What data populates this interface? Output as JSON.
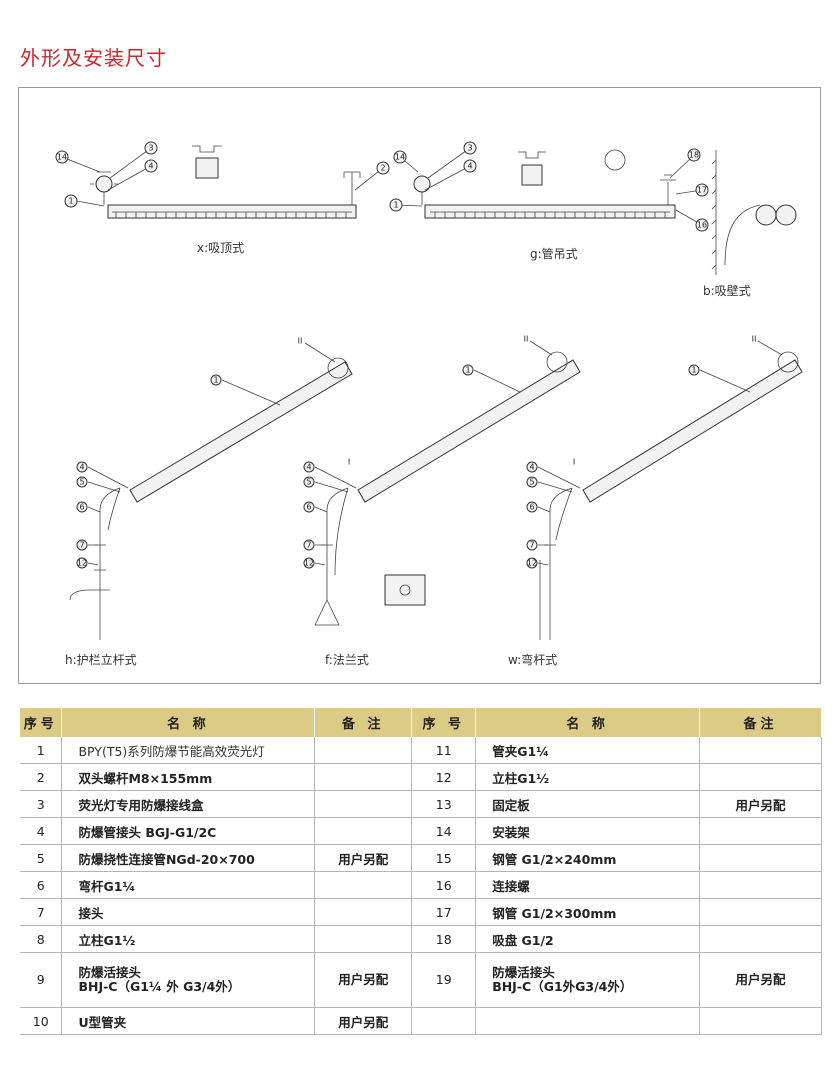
{
  "title": "外形及安装尺寸",
  "drawings": {
    "x": {
      "caption": "x:吸顶式",
      "callouts": [
        "14",
        "3",
        "4",
        "1",
        "2"
      ]
    },
    "g": {
      "caption": "g:管吊式",
      "callouts": [
        "14",
        "3",
        "4",
        "1",
        "18",
        "17",
        "16"
      ]
    },
    "b": {
      "caption": "b:吸壁式"
    },
    "h": {
      "caption": "h:护栏立杆式",
      "callouts": [
        "II",
        "1",
        "4",
        "5",
        "6",
        "7",
        "12"
      ]
    },
    "f": {
      "caption": "f:法兰式",
      "callouts": [
        "II",
        "1",
        "I",
        "4",
        "5",
        "6",
        "7",
        "12"
      ]
    },
    "w": {
      "caption": "w:弯杆式",
      "callouts": [
        "II",
        "1",
        "I",
        "4",
        "5",
        "6",
        "7",
        "12"
      ]
    }
  },
  "table": {
    "headers": [
      "序号",
      "名 称",
      "备 注",
      "序 号",
      "名 称",
      "备注"
    ],
    "left": [
      {
        "no": "1",
        "name": "BPY(T5)系列防爆节能高效荧光灯",
        "remark": ""
      },
      {
        "no": "2",
        "name": "双头螺杆M8×155mm",
        "remark": ""
      },
      {
        "no": "3",
        "name": "荧光灯专用防爆接线盒",
        "remark": ""
      },
      {
        "no": "4",
        "name": "防爆管接头 BGJ-G1/2C",
        "remark": ""
      },
      {
        "no": "5",
        "name": "防爆挠性连接管NGd-20×700",
        "remark": "用户另配"
      },
      {
        "no": "6",
        "name": "弯杆G1¼",
        "remark": ""
      },
      {
        "no": "7",
        "name": "接头",
        "remark": ""
      },
      {
        "no": "8",
        "name": "立柱G1½",
        "remark": ""
      },
      {
        "no": "9",
        "name": "防爆活接头",
        "name2": "BHJ-C（G1¼ 外 G3/4外）",
        "remark": "用户另配"
      },
      {
        "no": "10",
        "name": "U型管夹",
        "remark": "用户另配"
      }
    ],
    "right": [
      {
        "no": "11",
        "name": "管夹G1¼",
        "remark": ""
      },
      {
        "no": "12",
        "name": "立柱G1½",
        "remark": ""
      },
      {
        "no": "13",
        "name": "固定板",
        "remark": "用户另配"
      },
      {
        "no": "14",
        "name": "安装架",
        "remark": ""
      },
      {
        "no": "15",
        "name": "钢管 G1/2×240mm",
        "remark": ""
      },
      {
        "no": "16",
        "name": "连接螺",
        "remark": ""
      },
      {
        "no": "17",
        "name": "钢管 G1/2×300mm",
        "remark": ""
      },
      {
        "no": "18",
        "name": "吸盘 G1/2",
        "remark": ""
      },
      {
        "no": "19",
        "name": "防爆活接头",
        "name2": "BHJ-C（G1外G3/4外）",
        "remark": "用户另配"
      },
      {
        "no": "",
        "name": "",
        "remark": ""
      }
    ]
  }
}
